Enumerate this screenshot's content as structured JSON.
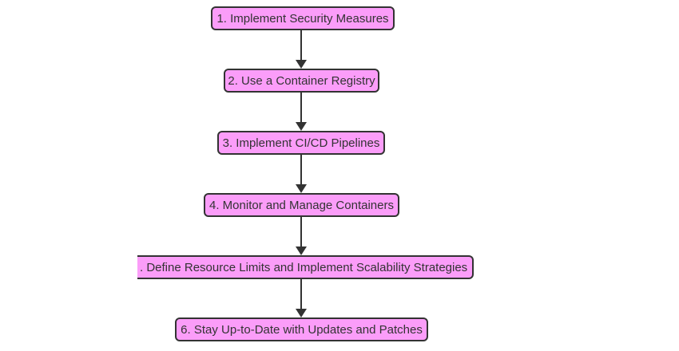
{
  "diagram": {
    "type": "flowchart",
    "direction": "top-down",
    "colors": {
      "background": "#ffffff",
      "node_fill": "#fb9df9",
      "node_border": "#333333",
      "text": "#333333",
      "arrow": "#333333"
    },
    "nodes": [
      {
        "id": "1",
        "label": "1. Implement Security Measures"
      },
      {
        "id": "2",
        "label": "2. Use a Container Registry"
      },
      {
        "id": "3",
        "label": "3. Implement CI/CD Pipelines"
      },
      {
        "id": "4",
        "label": "4. Monitor and Manage Containers"
      },
      {
        "id": "5",
        "label": ". Define Resource Limits and Implement Scalability Strategies"
      },
      {
        "id": "6",
        "label": "6. Stay Up-to-Date with Updates and Patches"
      }
    ],
    "edges": [
      {
        "from": "1",
        "to": "2"
      },
      {
        "from": "2",
        "to": "3"
      },
      {
        "from": "3",
        "to": "4"
      },
      {
        "from": "4",
        "to": "5"
      },
      {
        "from": "5",
        "to": "6"
      }
    ]
  }
}
